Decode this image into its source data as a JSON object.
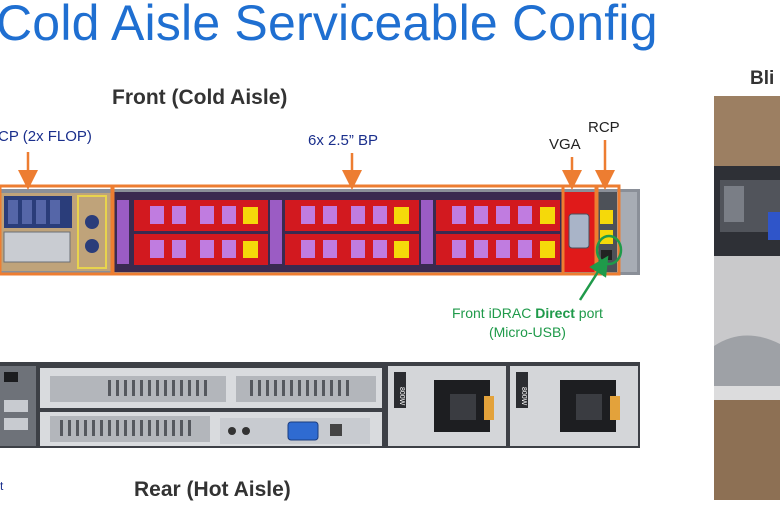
{
  "slide": {
    "title": "Cold Aisle Serviceable Config",
    "front_label": "Front (Cold Aisle)",
    "rear_label": "Rear (Hot Aisle)",
    "blind_label": "Bli"
  },
  "callouts": {
    "ocp": "CP (2x FLOP)",
    "bp": "6x 2.5” BP",
    "vga": "VGA",
    "rcp": "RCP",
    "idrac_pre": "Front iDRAC ",
    "idrac_bold": "Direct",
    "idrac_post": " port",
    "idrac_line2": "(Micro-USB)",
    "cut_left": "t"
  },
  "psu": {
    "label_1": "800W",
    "label_2": "800W"
  },
  "colors": {
    "title": "#1f6fd1",
    "callout_text": "#1a2f8c",
    "highlight_box": "#ed7d31",
    "idrac_text": "#1f9a4a",
    "drive_carrier": "#d2191f",
    "drive_bay": "#c07ce0"
  }
}
